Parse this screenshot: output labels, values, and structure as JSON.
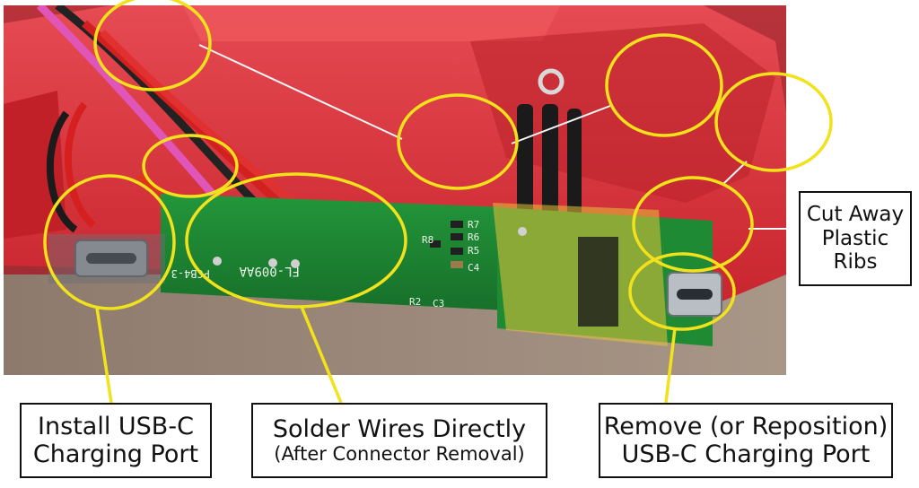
{
  "callouts": {
    "install_usb_c": {
      "line1": "Install USB-C",
      "line2": "Charging Port"
    },
    "solder_wires": {
      "line1": "Solder Wires Directly",
      "line2": "(After Connector Removal)"
    },
    "remove_usb_c": {
      "line1": "Remove (or Reposition)",
      "line2": "USB-C Charging Port"
    },
    "cut_ribs": {
      "line1": "Cut Away",
      "line2": "Plastic",
      "line3": "Ribs"
    }
  },
  "pcb_labels": {
    "model": "FL-009AA",
    "pcb_ref": "PCB4-3",
    "r7": "R7",
    "r6": "R6",
    "r8": "R8",
    "r5": "R5",
    "c4": "C4",
    "r2": "R2",
    "c3": "C3"
  },
  "colors": {
    "highlight_circle": "#f2e21c",
    "leader_line": "#f5f5f5",
    "housing_red": "#d92b35",
    "pcb_green": "#1f8a2f",
    "box_border": "#111111"
  }
}
